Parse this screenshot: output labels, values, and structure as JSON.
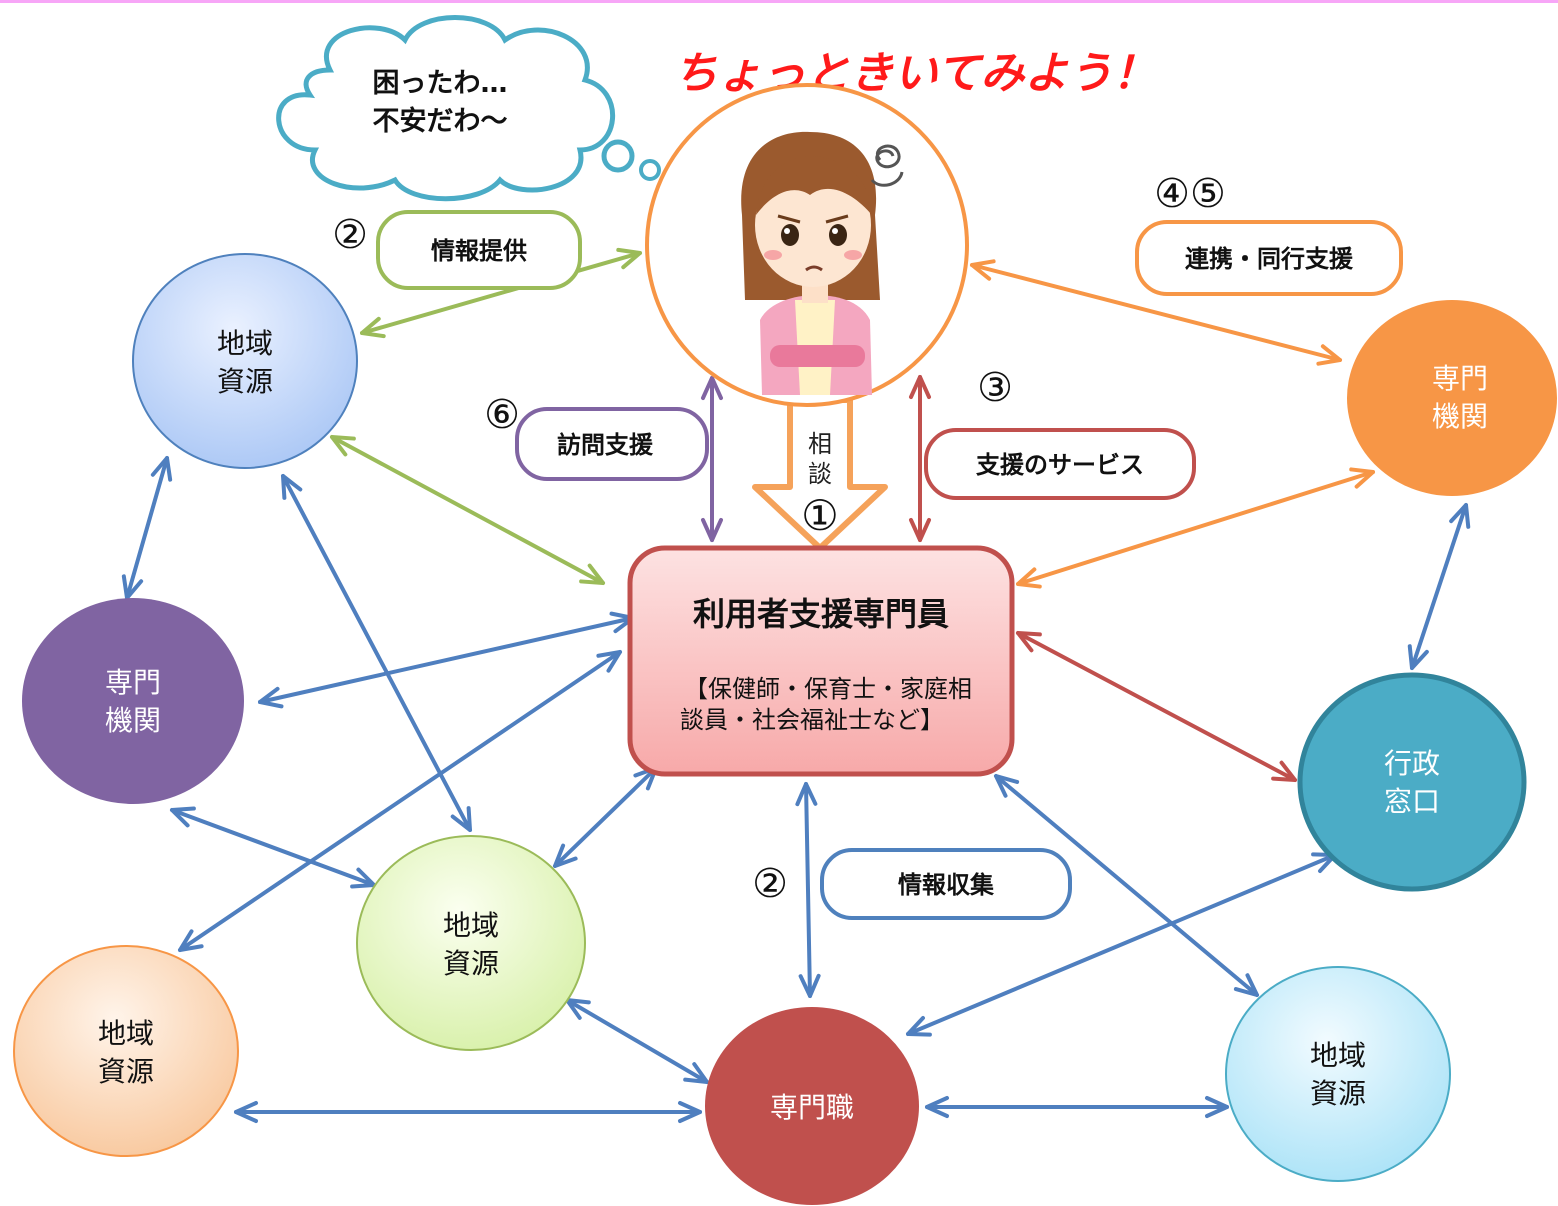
{
  "headline": "ちょっときいてみよう！",
  "thought_bubble": {
    "line1": "困ったわ…",
    "line2": "不安だわ～"
  },
  "center_box": {
    "title": "利用者支援専門員",
    "detail_line1": "【保健師・保育士・家庭相",
    "detail_line2": "談員・社会福祉士など】"
  },
  "nodes": {
    "resource_top_left": {
      "line1": "地域",
      "line2": "資源"
    },
    "agency_right": {
      "line1": "専門",
      "line2": "機関"
    },
    "agency_left": {
      "line1": "専門",
      "line2": "機関"
    },
    "admin_window": {
      "line1": "行政",
      "line2": "窓口"
    },
    "resource_center": {
      "line1": "地域",
      "line2": "資源"
    },
    "resource_bottom_left": {
      "line1": "地域",
      "line2": "資源"
    },
    "professional": {
      "line1": "専門職"
    },
    "resource_bottom_right": {
      "line1": "地域",
      "line2": "資源"
    }
  },
  "labels": {
    "info_provision": {
      "num": "②",
      "text": "情報提供"
    },
    "cooperation": {
      "num": "④⑤",
      "text": "連携・同行支援"
    },
    "visit_support": {
      "num": "⑥",
      "text": "訪問支援"
    },
    "support_service": {
      "num": "③",
      "text": "支援のサービス"
    },
    "info_collection": {
      "num": "②",
      "text": "情報収集"
    }
  },
  "consult_arrow": {
    "char1": "相",
    "char2": "談",
    "num": "①"
  },
  "colors": {
    "headline": "#ff1a1a",
    "link_blue": "#4f7fbf",
    "green": "#9bbb59",
    "orange": "#f79646",
    "purple": "#8064a2",
    "red": "#c0504d",
    "teal": "#4bacc6",
    "cloud": "#4bacc6",
    "topbar": "#f7a6f7"
  },
  "icons": [
    "woman-worried-icon",
    "confusion-swirl-icon",
    "thought-cloud-icon"
  ]
}
